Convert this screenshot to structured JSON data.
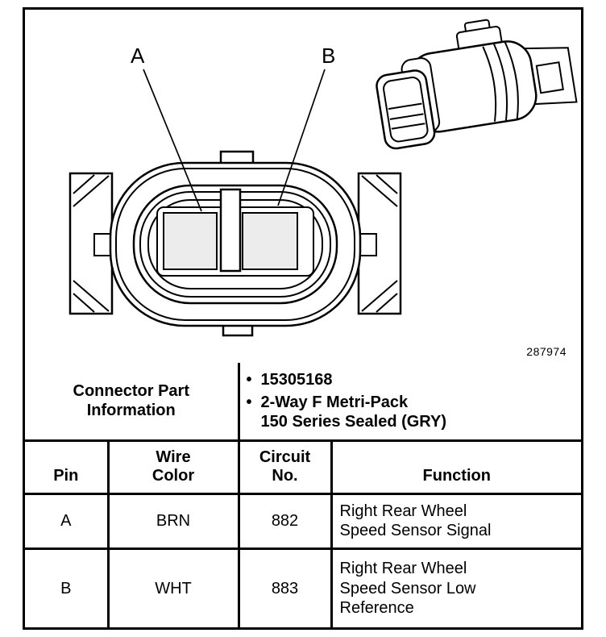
{
  "figure": {
    "pin_label_a": "A",
    "pin_label_b": "B",
    "figure_number": "287974"
  },
  "part_info": {
    "title": "Connector Part\nInformation",
    "bullets": [
      "15305168",
      "2-Way F Metri-Pack\n150 Series Sealed (GRY)"
    ]
  },
  "pin_table": {
    "headers": [
      "Pin",
      "Wire\nColor",
      "Circuit\nNo.",
      "Function"
    ],
    "rows": [
      {
        "pin": "A",
        "wire_color": "BRN",
        "circuit_no": "882",
        "function": "Right Rear Wheel\nSpeed Sensor Signal"
      },
      {
        "pin": "B",
        "wire_color": "WHT",
        "circuit_no": "883",
        "function": "Right Rear Wheel\nSpeed Sensor Low\nReference"
      }
    ]
  }
}
